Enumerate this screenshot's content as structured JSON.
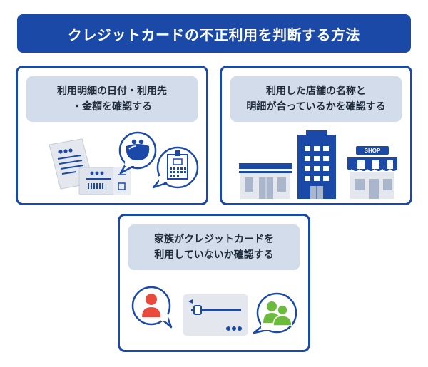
{
  "title": "クレジットカードの不正利用を判断する方法",
  "colors": {
    "primary": "#1b49a8",
    "label_bg": "#d3dcea",
    "light_gray": "#e4e8ee",
    "red_person": "#e84b3c",
    "green_person": "#6dbb3c"
  },
  "cards": [
    {
      "label_lines": [
        "利用明細の日付・利用先",
        "・金額を確認する"
      ],
      "icons": [
        "statement-document-icon",
        "receipt-icon",
        "wallet-icon",
        "calendar-icon"
      ]
    },
    {
      "label_lines": [
        "利用した店舗の名称と",
        "明細が合っているかを確認する"
      ],
      "icons": [
        "convenience-store-icon",
        "office-building-icon",
        "shop-icon"
      ],
      "shop_sign": "SHOP"
    },
    {
      "label_lines": [
        "家族がクレジットカードを",
        "利用していないか確認する"
      ],
      "icons": [
        "person-icon",
        "credit-card-icon",
        "family-icon"
      ]
    }
  ]
}
